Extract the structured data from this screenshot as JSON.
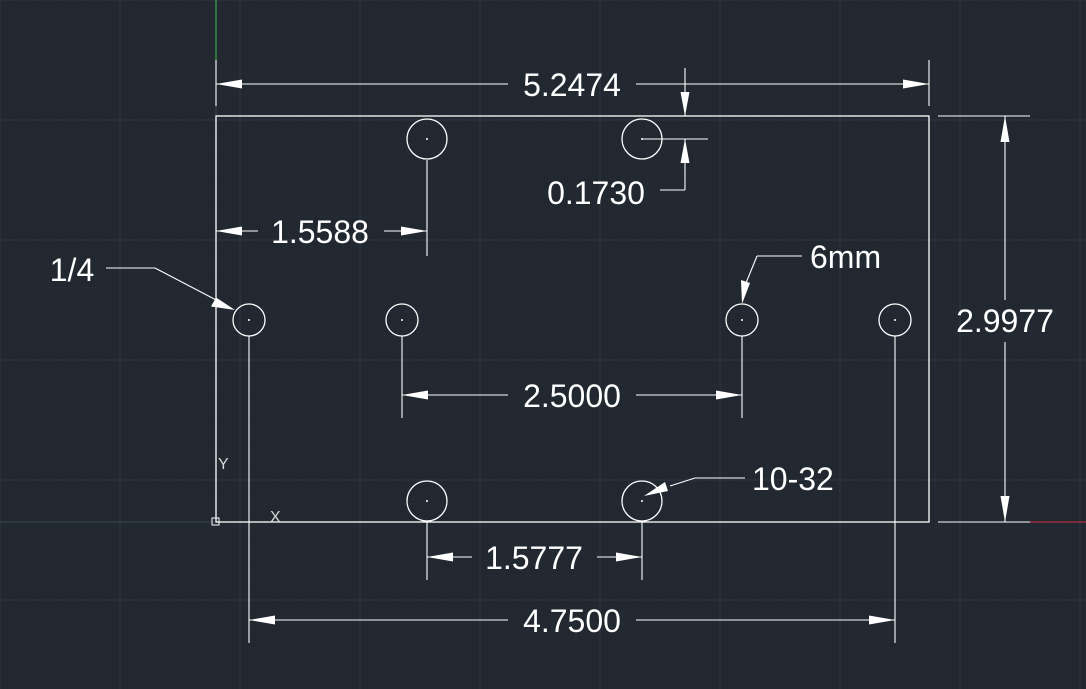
{
  "drawing": {
    "colors": {
      "background": "#212830",
      "grid_minor": "#262d36",
      "grid_major": "#2e3641",
      "geometry": "#ffffff",
      "y_axis": "#3aa84a",
      "x_axis": "#b03040"
    },
    "dimensions": {
      "overall_width": "5.2474",
      "overall_height": "2.9977",
      "top_hole_offset": "1.5588",
      "edge_offset": "0.1730",
      "middle_spacing": "2.5000",
      "bottom_spacing": "1.5777",
      "outer_hole_spacing": "4.7500"
    },
    "callouts": {
      "quarter_inch": "1/4",
      "six_mm": "6mm",
      "ten_thirty_two": "10-32"
    },
    "ucs": {
      "x_label": "X",
      "y_label": "Y"
    }
  }
}
